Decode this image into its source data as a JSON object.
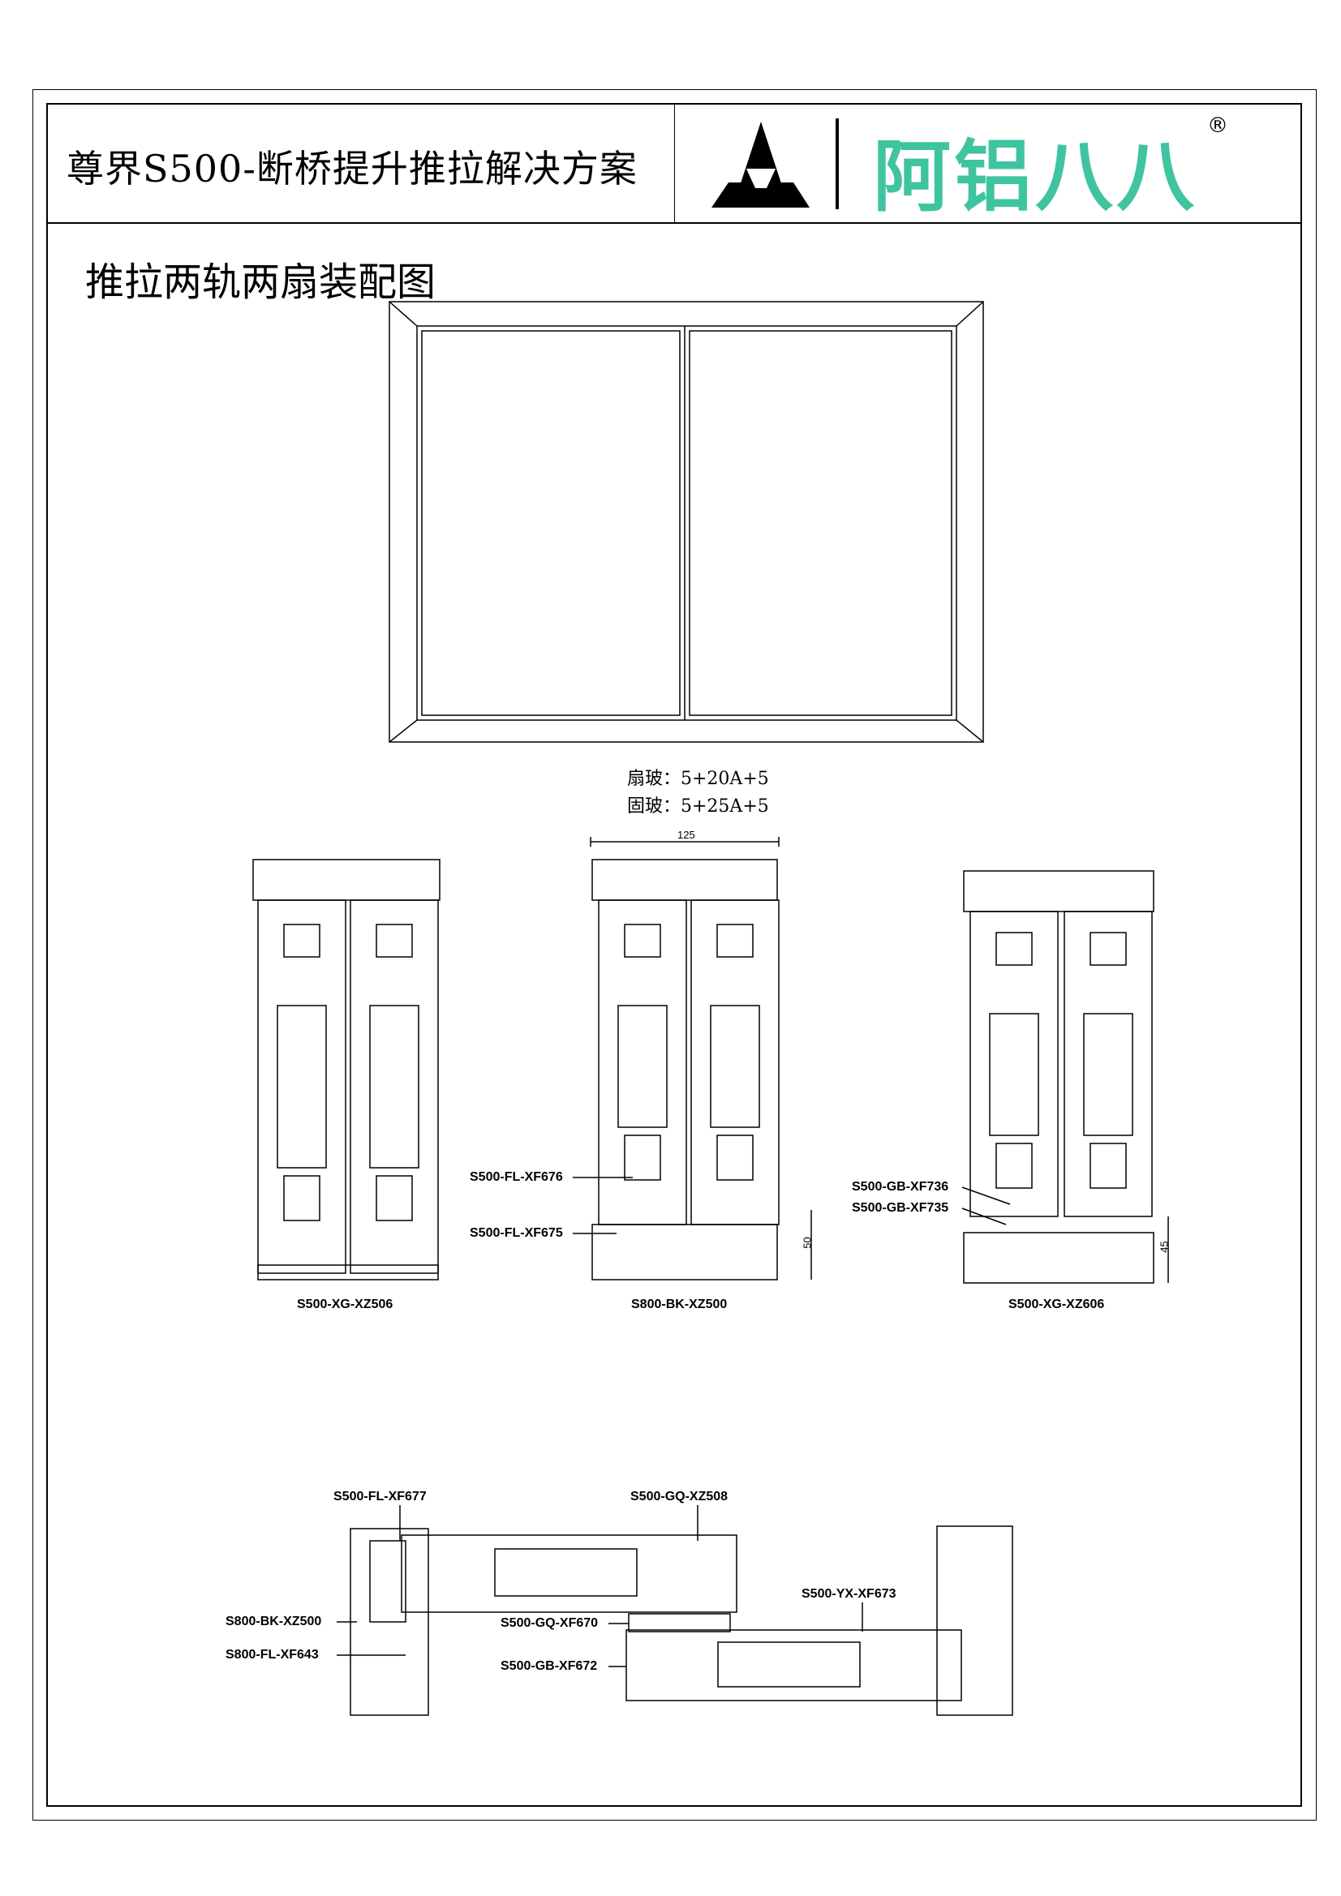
{
  "header": {
    "title": "尊界S500-断桥提升推拉解决方案",
    "brand_name": "阿铝八八",
    "brand_registered": "®",
    "brand_color": "#3fc4a0"
  },
  "drawing": {
    "title": "推拉两轨两扇装配图",
    "glass": {
      "sash": "扇玻：5+20A+5",
      "fixed": "固玻：5+25A+5"
    },
    "sections": {
      "left": {
        "label": "S500-XG-XZ506"
      },
      "middle": {
        "label": "S800-BK-XZ500",
        "dim_width": "125",
        "dim_height": "50",
        "callouts": [
          "S500-FL-XF676",
          "S500-FL-XF675"
        ]
      },
      "right": {
        "label": "S500-XG-XZ606",
        "dim_height": "45",
        "callouts": [
          "S500-GB-XF736",
          "S500-GB-XF735"
        ]
      }
    },
    "plan": {
      "callouts": {
        "fl_xf677": "S500-FL-XF677",
        "gq_xz508": "S500-GQ-XZ508",
        "yx_xf673": "S500-YX-XF673",
        "bk_xz500": "S800-BK-XZ500",
        "fl_xf643": "S800-FL-XF643",
        "gq_xf670": "S500-GQ-XF670",
        "gb_xf672": "S500-GB-XF672"
      }
    }
  }
}
